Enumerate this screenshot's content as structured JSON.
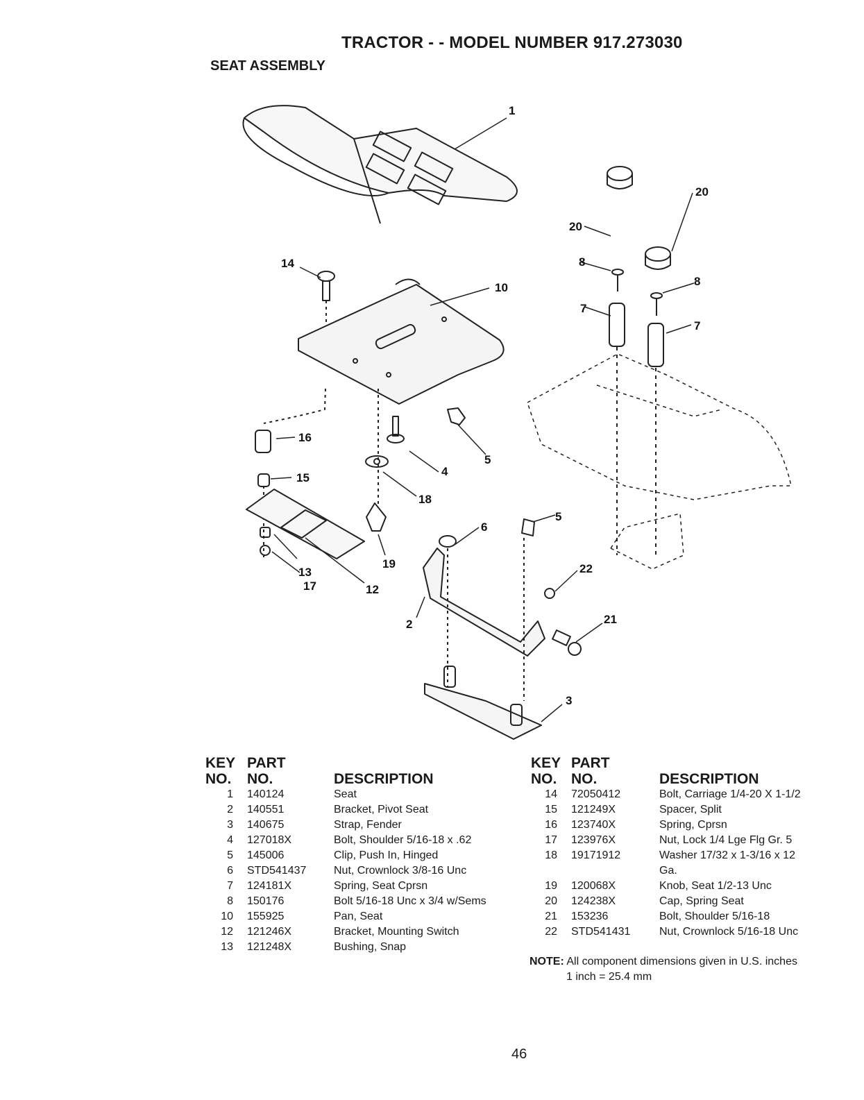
{
  "header": {
    "title": "TRACTOR - - MODEL NUMBER 917.273030",
    "subtitle": "SEAT ASSEMBLY"
  },
  "diagram": {
    "callouts": [
      "1",
      "2",
      "3",
      "4",
      "5",
      "5",
      "6",
      "7",
      "7",
      "8",
      "8",
      "10",
      "12",
      "13",
      "14",
      "15",
      "16",
      "17",
      "18",
      "19",
      "20",
      "20",
      "21",
      "22"
    ]
  },
  "parts_table": {
    "headers": {
      "key_line1": "KEY",
      "key_line2": "NO.",
      "part_line1": "PART",
      "part_line2": "NO.",
      "description": "DESCRIPTION"
    },
    "left": [
      {
        "key": "1",
        "part": "140124",
        "desc": "Seat"
      },
      {
        "key": "2",
        "part": "140551",
        "desc": "Bracket, Pivot Seat"
      },
      {
        "key": "3",
        "part": "140675",
        "desc": "Strap, Fender"
      },
      {
        "key": "4",
        "part": "127018X",
        "desc": "Bolt, Shoulder 5/16-18 x .62"
      },
      {
        "key": "5",
        "part": "145006",
        "desc": "Clip, Push In, Hinged"
      },
      {
        "key": "6",
        "part": "STD541437",
        "desc": "Nut, Crownlock 3/8-16 Unc"
      },
      {
        "key": "7",
        "part": "124181X",
        "desc": "Spring, Seat Cprsn"
      },
      {
        "key": "8",
        "part": "150176",
        "desc": "Bolt 5/16-18 Unc x 3/4 w/Sems"
      },
      {
        "key": "10",
        "part": "155925",
        "desc": "Pan, Seat"
      },
      {
        "key": "12",
        "part": "121246X",
        "desc": "Bracket, Mounting Switch"
      },
      {
        "key": "13",
        "part": "121248X",
        "desc": "Bushing, Snap"
      }
    ],
    "right": [
      {
        "key": "14",
        "part": "72050412",
        "desc": "Bolt, Carriage 1/4-20 X 1-1/2"
      },
      {
        "key": "15",
        "part": "121249X",
        "desc": "Spacer, Split"
      },
      {
        "key": "16",
        "part": "123740X",
        "desc": "Spring, Cprsn"
      },
      {
        "key": "17",
        "part": "123976X",
        "desc": "Nut, Lock 1/4 Lge Flg Gr. 5"
      },
      {
        "key": "18",
        "part": "19171912",
        "desc": "Washer 17/32 x 1-3/16 x 12 Ga."
      },
      {
        "key": "19",
        "part": "120068X",
        "desc": "Knob, Seat 1/2-13 Unc"
      },
      {
        "key": "20",
        "part": "124238X",
        "desc": "Cap, Spring Seat"
      },
      {
        "key": "21",
        "part": "153236",
        "desc": "Bolt, Shoulder 5/16-18"
      },
      {
        "key": "22",
        "part": "STD541431",
        "desc": "Nut, Crownlock 5/16-18 Unc"
      }
    ]
  },
  "note": {
    "label": "NOTE:",
    "line1": "All component dimensions given in U.S. inches",
    "line2": "1 inch = 25.4 mm"
  },
  "page_number": "46"
}
